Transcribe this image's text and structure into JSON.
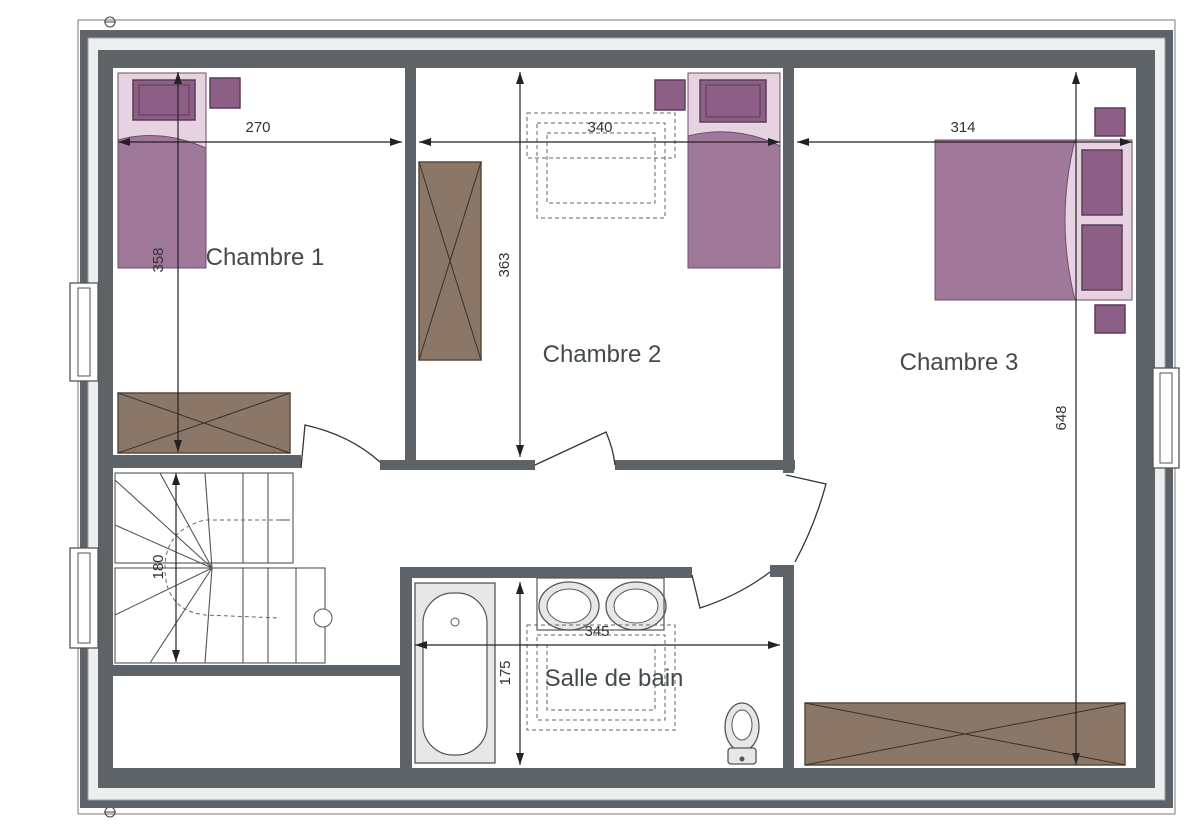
{
  "rooms": {
    "chambre1": "Chambre 1",
    "chambre2": "Chambre 2",
    "chambre3": "Chambre 3",
    "salle_de_bain": "Salle de bain"
  },
  "dimensions": {
    "chambre1_width": "270",
    "chambre1_depth": "358",
    "chambre2_width": "340",
    "chambre2_depth": "363",
    "chambre3_width": "314",
    "chambre3_depth": "648",
    "stair_width": "180",
    "bath_width": "345",
    "bath_depth": "175"
  },
  "colors": {
    "wall": "#5d6367",
    "bed": "#a0789a",
    "wardrobe": "#8b7767"
  }
}
